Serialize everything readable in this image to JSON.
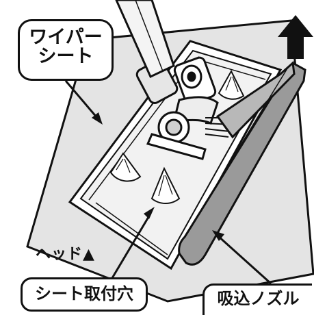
{
  "labels": {
    "wiper_sheet_line1": "ワイパー",
    "wiper_sheet_line2": "シート",
    "head": "ヘッド▲",
    "sheet_hole": "シート取付穴",
    "nozzle": "吸込ノズル"
  },
  "icons": [
    "arrow-up-icon",
    "sheet-grip-icon"
  ],
  "colors": {
    "outline": "#111111",
    "sheet": "#e4e4e4",
    "nozzle": "#9a9a9a",
    "head": "#ffffff"
  }
}
